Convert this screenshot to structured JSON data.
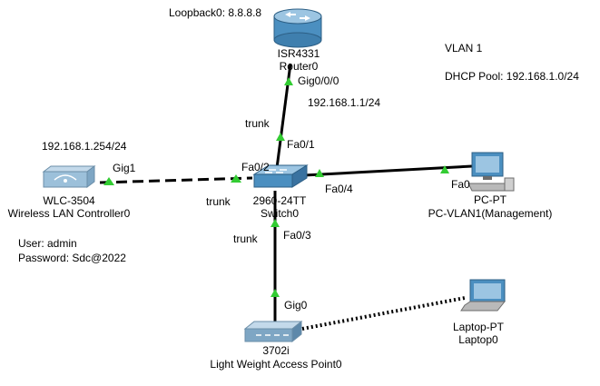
{
  "notes": {
    "loopback": "Loopback0: 8.8.8.8",
    "vlan": "VLAN 1",
    "dhcp_pool": "DHCP Pool: 192.168.1.0/24",
    "wlc_ip": "192.168.1.254/24",
    "user": "User: admin",
    "password": "Password: Sdc@2022"
  },
  "devices": {
    "router": {
      "model": "ISR4331",
      "name": "Router0"
    },
    "switch": {
      "model": "2960-24TT",
      "name": "Switch0"
    },
    "wlc": {
      "model": "WLC-3504",
      "name": "Wireless LAN Controller0"
    },
    "pc": {
      "model": "PC-PT",
      "name": "PC-VLAN1(Management)"
    },
    "ap": {
      "model": "3702i",
      "name": "Light Weight Access Point0"
    },
    "laptop": {
      "model": "Laptop-PT",
      "name": "Laptop0"
    }
  },
  "links": {
    "router_sw": {
      "router_port": "Gig0/0/0",
      "router_ip": "192.168.1.1/24",
      "switch_port": "Fa0/1",
      "mode": "trunk"
    },
    "wlc_sw": {
      "wlc_port": "Gig1",
      "switch_port": "Fa0/2",
      "mode": "trunk"
    },
    "pc_sw": {
      "switch_port": "Fa0/4",
      "pc_port": "Fa0"
    },
    "ap_sw": {
      "switch_port": "Fa0/3",
      "ap_port": "Gig0",
      "mode": "trunk"
    }
  },
  "colors": {
    "link": "#000000",
    "port_up": "#33cc33",
    "device_blue": "#4b8fc0",
    "device_light": "#9cc5e2"
  }
}
